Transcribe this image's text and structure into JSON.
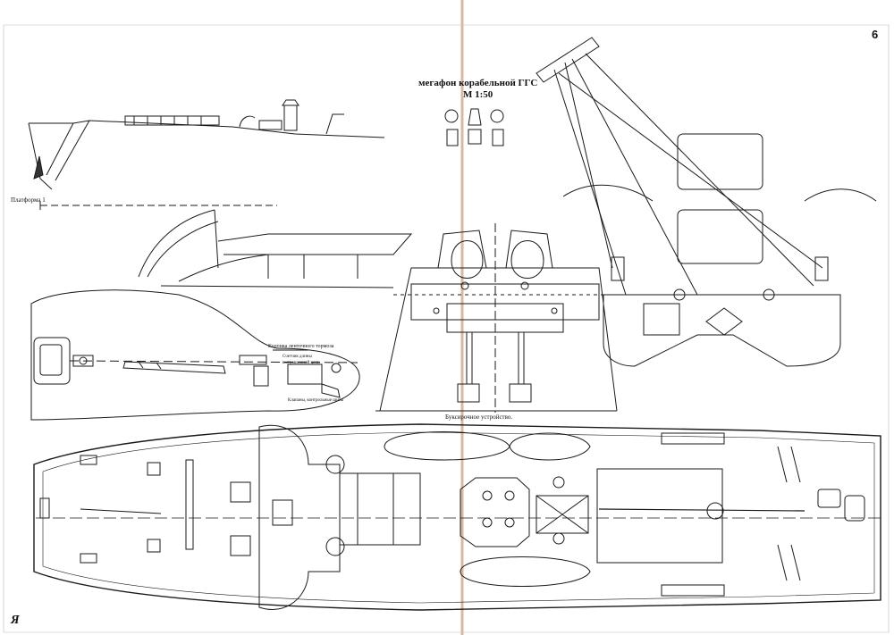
{
  "sheet": {
    "page_number": "6",
    "logo_mark": "Я"
  },
  "labels": {
    "megaphone_title": "мегафон корабельной ГГС",
    "megaphone_scale": "М 1:50",
    "platform": "Платформа 1",
    "towing_device": "Буксирочное устройство.",
    "brake_column": "Колонка ленточного тормоза",
    "callout_a": "Счетчик длины",
    "callout_b": "вытравленной цепи",
    "callout_c": "Клапаны, контрольные щиты"
  },
  "colors": {
    "ink": "#1a1a1a",
    "paper": "#ffffff",
    "fold_line": "#d9b8a0"
  }
}
